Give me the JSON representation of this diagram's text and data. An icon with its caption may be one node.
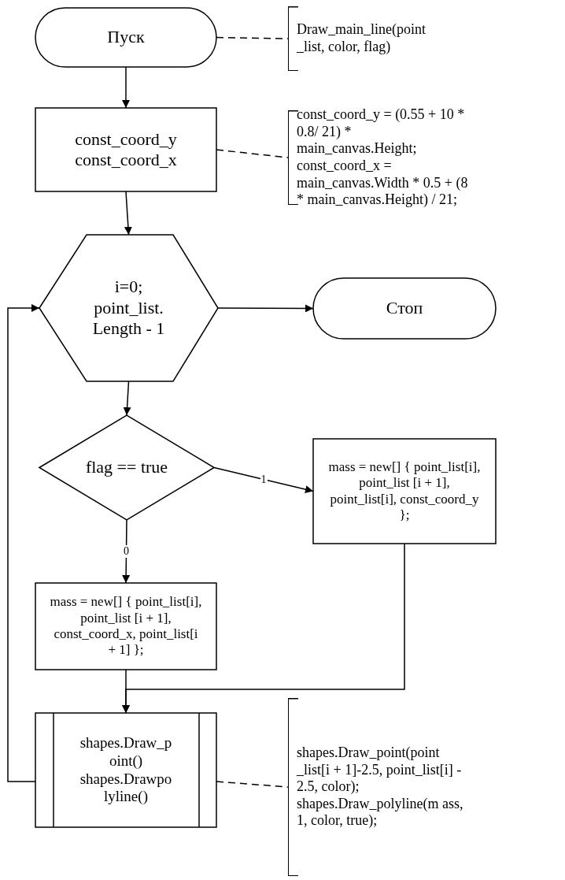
{
  "diagram": {
    "nodes": [
      {
        "text": [
          "Пуск"
        ]
      },
      {
        "text": [
          "Draw_main_line(point _list, color, flag)"
        ]
      },
      {
        "text": [
          "const_coord_y const_coord_x"
        ]
      },
      {
        "text": [
          "const_coord_y = (0.55 + 10 * 0.8/ 21) * main_canvas.Height; const_coord_x = main_canvas.Width * 0.5 + (8 * main_canvas.Height) / 21;"
        ]
      },
      {
        "text": [
          "i=0; point_list. Length - 1"
        ]
      },
      {
        "text": [
          "Стоп"
        ]
      },
      {
        "text": [
          "flag == true"
        ]
      },
      {
        "text": [
          "mass = new[] { point_list[i], point_list [i + 1], point_list[i], const_coord_y };"
        ]
      },
      {
        "text": [
          "mass = new[] { point_list[i], point_list [i + 1], const_coord_x, point_list[i + 1] };"
        ]
      },
      {
        "text": [
          "shapes.Draw_p oint() shapes.Drawpo lyline()"
        ]
      },
      {
        "text": [
          "shapes.Draw_point(point _list[i + 1]-2.5, point_list[i] - 2.5, color); shapes.Draw_polyline(m ass, 1, color, true);"
        ]
      }
    ],
    "edges": [
      {
        "from": 0,
        "to": 1,
        "arrow": "none",
        "style": "dashed"
      },
      {
        "from": 0,
        "to": 2,
        "arrow": "to"
      },
      {
        "from": 2,
        "to": 3,
        "arrow": "none",
        "style": "dashed"
      },
      {
        "from": 2,
        "to": 4,
        "arrow": "to"
      },
      {
        "from": 4,
        "to": 5,
        "arrow": "to"
      },
      {
        "from": 4,
        "to": 6,
        "arrow": "to"
      },
      {
        "from": 6,
        "to": 7,
        "arrow": "to",
        "label": "1"
      },
      {
        "from": 6,
        "to": 8,
        "arrow": "to",
        "label": "0"
      },
      {
        "from": 8,
        "to": 9,
        "arrow": "to"
      },
      {
        "from": 7,
        "to": 9,
        "arrow": "to"
      },
      {
        "from": 9,
        "to": 4,
        "arrow": "to"
      },
      {
        "from": 9,
        "to": 10,
        "arrow": "none",
        "style": "dashed"
      }
    ]
  }
}
